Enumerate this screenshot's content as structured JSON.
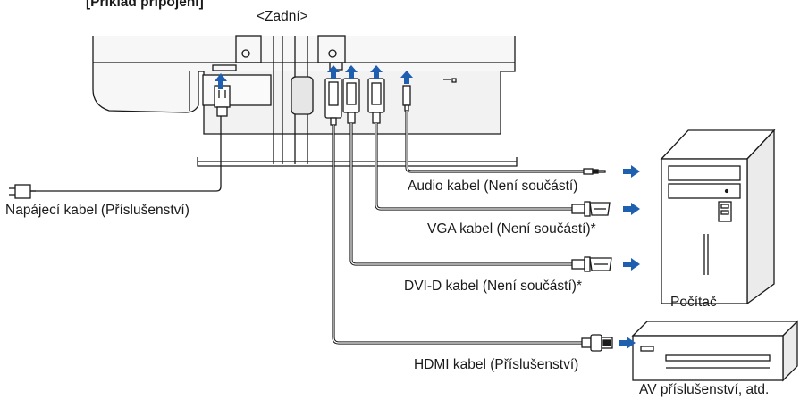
{
  "header": {
    "title": "[Příklad připojení]",
    "subtitle": "<Zadní>"
  },
  "labels": {
    "power_cable": "Napájecí kabel (Příslušenství)",
    "audio_cable": "Audio kabel (Není součástí)",
    "vga_cable": "VGA kabel (Není součástí)*",
    "dvi_cable": "DVI-D kabel (Není součástí)*",
    "hdmi_cable": "HDMI kabel (Příslušenství)",
    "computer": "Počítač",
    "av_device": "AV příslušenství, atd."
  },
  "colors": {
    "arrow": "#1f5fb0",
    "line": "#1a1a1a",
    "monitor_fill": "#f2f2f2"
  }
}
